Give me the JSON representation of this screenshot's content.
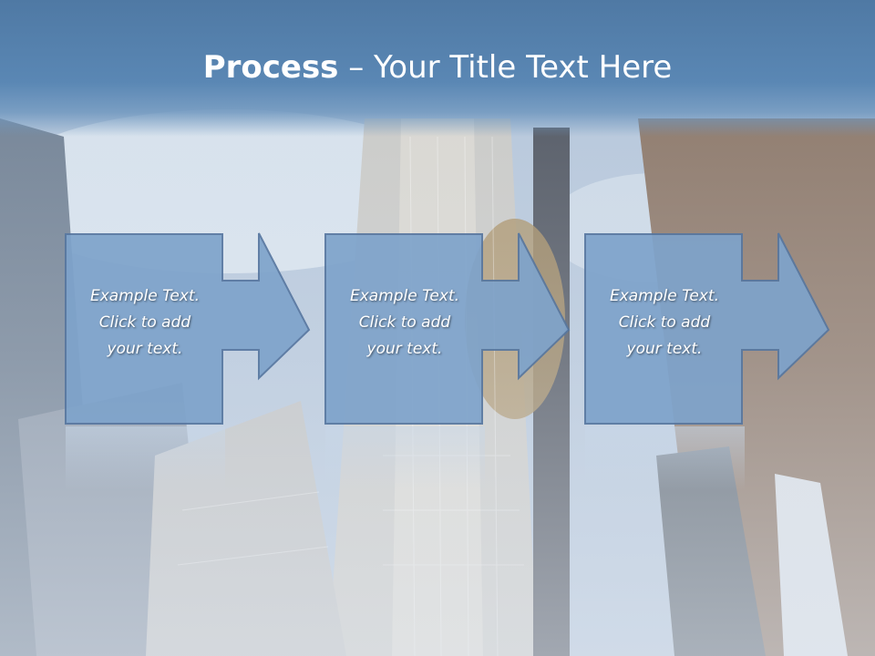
{
  "slide": {
    "title_bold": "Process",
    "title_rest": " – Your Title Text Here",
    "steps": [
      {
        "line1": "Example Text.",
        "line2": "Click  to add",
        "line3": "your text."
      },
      {
        "line1": "Example Text.",
        "line2": "Click  to add",
        "line3": "your text."
      },
      {
        "line1": "Example Text.",
        "line2": "Click  to add",
        "line3": "your text."
      }
    ]
  },
  "colors": {
    "title_bar": "#5a87b4",
    "box_fill": "#7ea3cb",
    "box_stroke": "#5777a0",
    "text": "#ffffff"
  }
}
